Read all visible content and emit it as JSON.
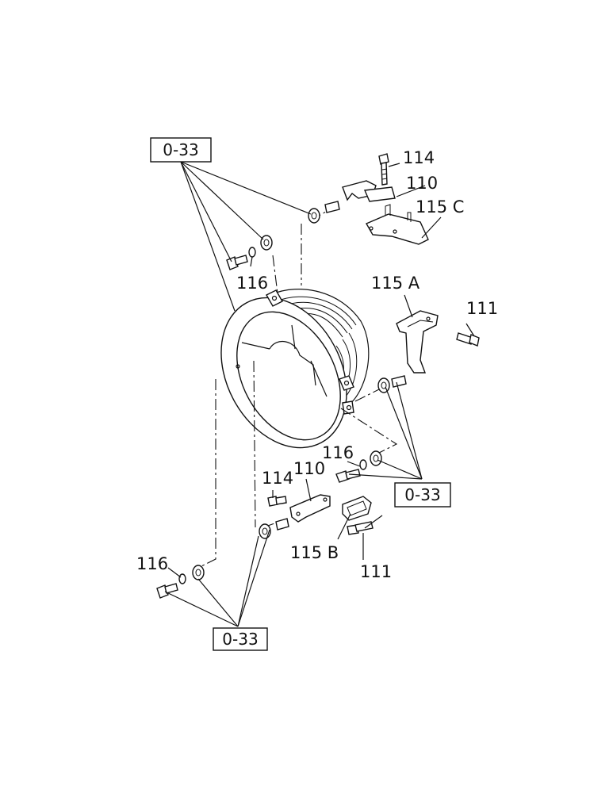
{
  "ref_boxes": [
    {
      "id": "top-left",
      "text": "0-33"
    },
    {
      "id": "right",
      "text": "0-33"
    },
    {
      "id": "bottom",
      "text": "0-33"
    }
  ],
  "labels": {
    "l114_top": "114",
    "l110_top": "110",
    "l115c": "115 C",
    "l116_upper": "116",
    "l115a": "115 A",
    "l111_right": "111",
    "l116_mid": "116",
    "l114_mid": "114",
    "l110_mid": "110",
    "l115b": "115 B",
    "l111_bottom": "111",
    "l116_lower": "116"
  }
}
